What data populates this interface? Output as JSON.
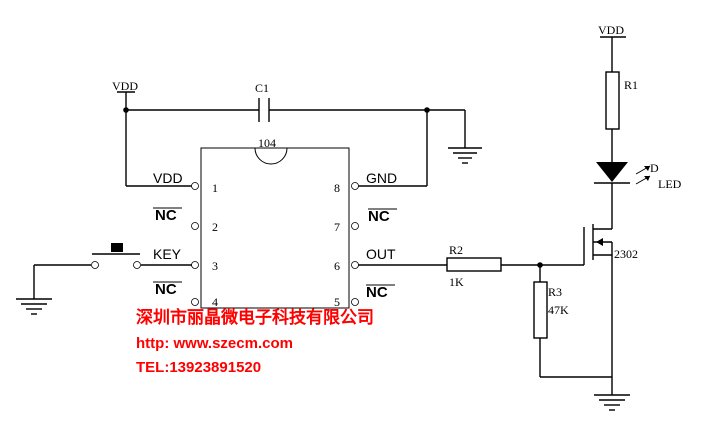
{
  "labels": {
    "vdd_top_left": "VDD",
    "vdd_top_right": "VDD",
    "c1": "C1",
    "c1_value": "104",
    "r1": "R1",
    "r2": "R2",
    "r2_value": "1K",
    "r3": "R3",
    "r3_value": "47K",
    "led_ref": "D",
    "led_name": "LED",
    "mosfet": "2302"
  },
  "ic": {
    "left_pins": [
      {
        "label": "VDD",
        "num": "1"
      },
      {
        "label": "NC",
        "num": "2"
      },
      {
        "label": "KEY",
        "num": "3"
      },
      {
        "label": "NC",
        "num": "4"
      }
    ],
    "right_pins": [
      {
        "label": "GND",
        "num": "8"
      },
      {
        "label": "NC",
        "num": "7"
      },
      {
        "label": "OUT",
        "num": "6"
      },
      {
        "label": "NC",
        "num": "5"
      }
    ]
  },
  "watermark": {
    "company": "深圳市丽晶微电子科技有限公司",
    "website": "http: www.szecm.com",
    "phone": "TEL:13923891520"
  },
  "colors": {
    "ink": "#000000",
    "watermark": "#ff0000"
  }
}
